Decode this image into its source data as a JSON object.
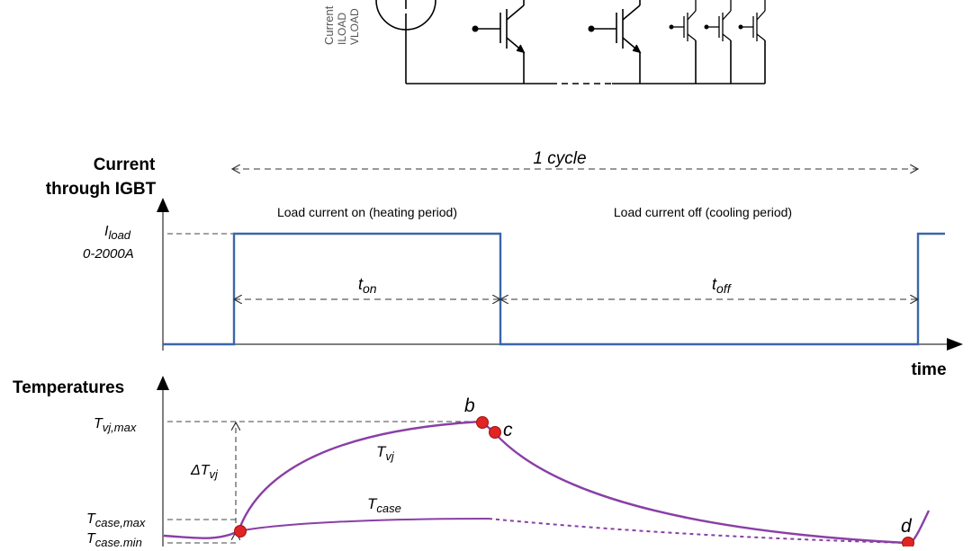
{
  "circuit": {
    "source_label_line1": "Current",
    "source_label_line2": "ILOAD",
    "source_label_line3": "VLOAD"
  },
  "current_chart": {
    "ylabel_line1": "Current",
    "ylabel_line2": "through IGBT",
    "level_label_main": "I",
    "level_label_sub": "load",
    "level_range": "0-2000A",
    "cycle_label": "1 cycle",
    "on_phase_label": "Load current on (heating period)",
    "off_phase_label": "Load current off (cooling period)",
    "ton_main": "t",
    "ton_sub": "on",
    "toff_main": "t",
    "toff_sub": "off",
    "xlabel": "time"
  },
  "temp_chart": {
    "ylabel": "Temperatures",
    "tvj_max_main": "T",
    "tvj_max_sub": "vj,max",
    "tcase_max_main": "T",
    "tcase_max_sub": "case,max",
    "tcase_min_main": "T",
    "tcase_min_sub": "case,min",
    "delta_main": "ΔT",
    "delta_sub": "vj",
    "tvj_curve_main": "T",
    "tvj_curve_sub": "vj",
    "tcase_curve_main": "T",
    "tcase_curve_sub": "case",
    "point_b": "b",
    "point_c": "c",
    "point_d": "d"
  },
  "colors": {
    "current_line": "#3a67a8",
    "temp_curve": "#8a3fa5",
    "marker": "#e02424",
    "axis": "#000000",
    "dash": "#444444"
  }
}
